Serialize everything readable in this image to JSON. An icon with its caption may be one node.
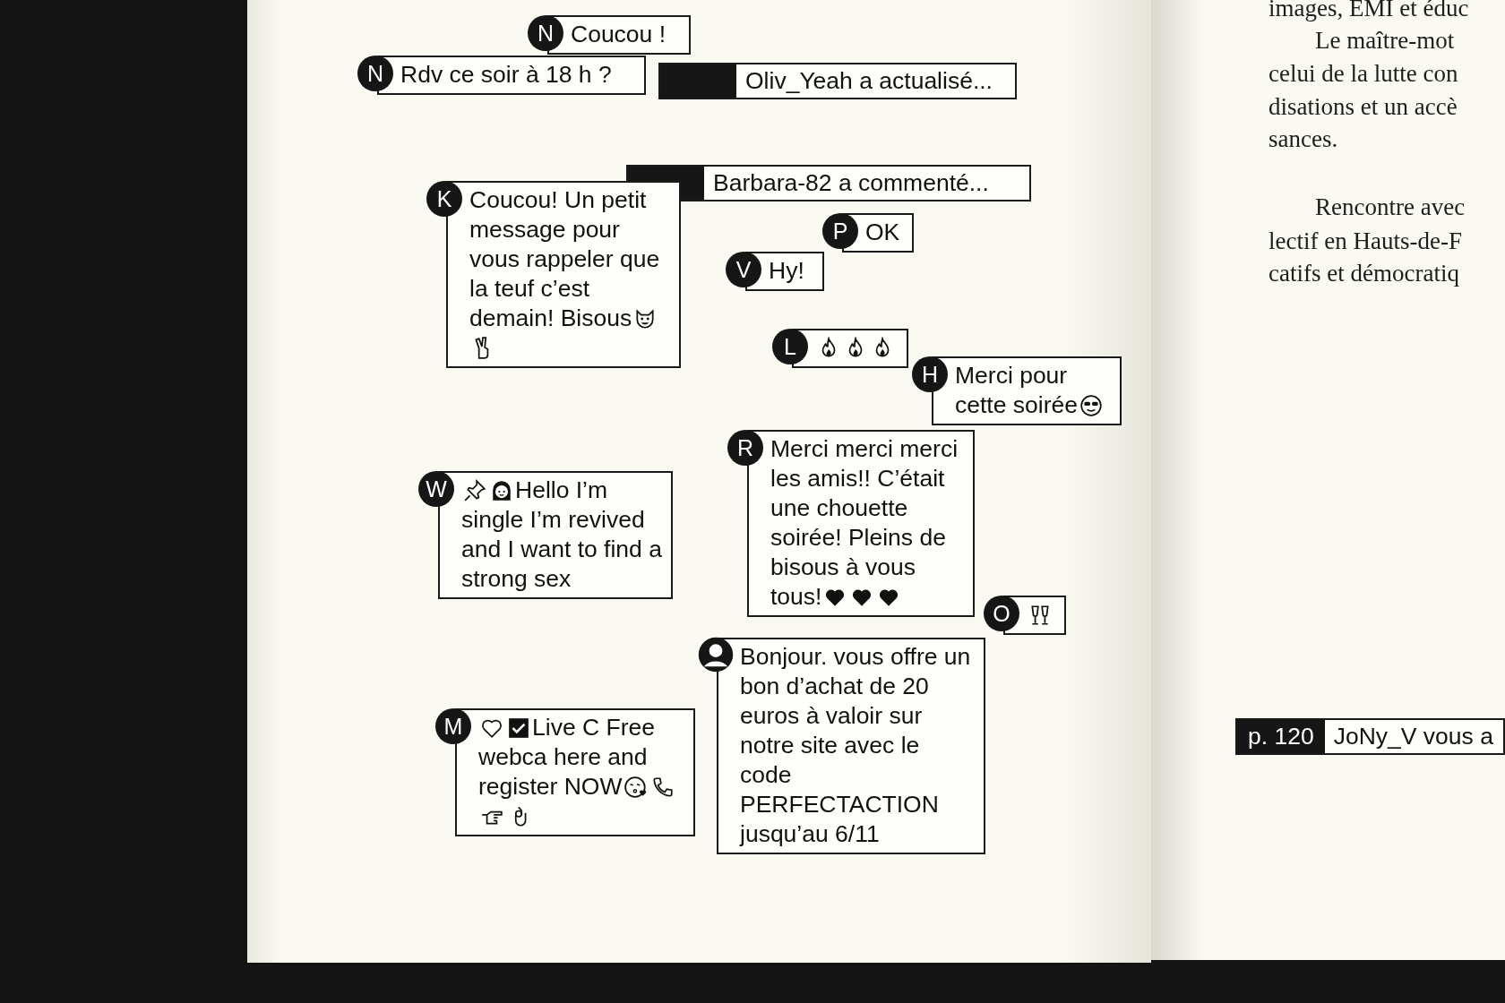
{
  "diagram": {
    "nodes": [
      {
        "text": [
          "N",
          "Coucou !"
        ]
      },
      {
        "text": [
          "N",
          "Rdv ce soir à 18 h ?"
        ]
      },
      {
        "text": [
          "Oliv_Yeah a actualisé..."
        ]
      },
      {
        "text": [
          "Barbara-82 a commenté..."
        ]
      },
      {
        "text": [
          "K",
          "Coucou! Un petit message pour vous rappeler que la teuf c’est demain! Bisous"
        ]
      },
      {
        "text": [
          "P",
          "OK"
        ]
      },
      {
        "text": [
          "V",
          "Hy!"
        ]
      },
      {
        "text": [
          "L"
        ]
      },
      {
        "text": [
          "H",
          "Merci pour cette soirée"
        ]
      },
      {
        "text": [
          "R",
          "Merci merci merci les amis!! C’était une chouette soirée! Pleins de bisous à vous tous!"
        ]
      },
      {
        "text": [
          "W",
          "Hello I’m single I’m revived and I want to find a strong sex"
        ]
      },
      {
        "text": [
          "O"
        ]
      },
      {
        "text": [
          "Bonjour. vous offre un bon d’achat de 20 euros à valoir sur notre site avec le code PERFECTACTION jusqu’au 6/11"
        ]
      },
      {
        "text": [
          "M",
          "Live C Free webca here and register NOW"
        ]
      },
      {
        "text": [
          "p. 120",
          "JoNy_V vous a"
        ]
      }
    ],
    "edges": [],
    "labels": [
      "images, EMI et éduc",
      "Le maître-mot",
      "celui de la lutte con",
      "disations et un accè",
      "sances.",
      "Rencontre avec",
      "lectif en Hauts-de-F",
      "catifs et démocratiq"
    ]
  }
}
